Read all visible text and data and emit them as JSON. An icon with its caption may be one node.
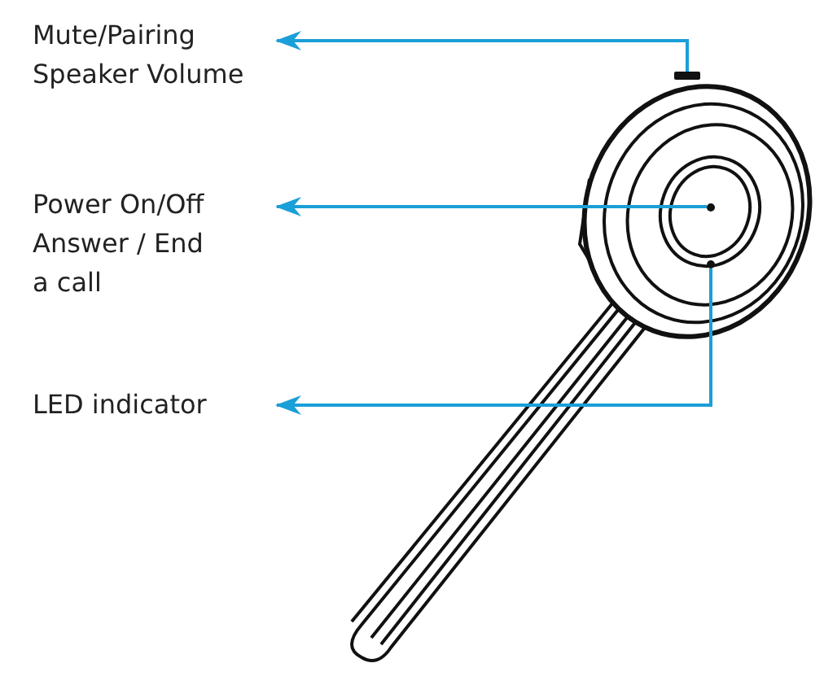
{
  "diagram": {
    "nodes": [
      {
        "text": [
          "Mute/Pairing",
          "Speaker Volume"
        ]
      },
      {
        "text": [
          "Power On/Off Answer / End a call"
        ]
      },
      {
        "text": [
          "LED indicator"
        ]
      },
      {
        "text": [],
        "shape": "box"
      },
      {
        "text": [],
        "shape": "circle"
      },
      {
        "text": [],
        "shape": "circle"
      }
    ],
    "edges": [
      {
        "from": 3,
        "to": 0,
        "arrow": "to"
      },
      {
        "from": 4,
        "to": 1,
        "arrow": "to"
      },
      {
        "from": 5,
        "to": 2,
        "arrow": "to"
      }
    ]
  }
}
